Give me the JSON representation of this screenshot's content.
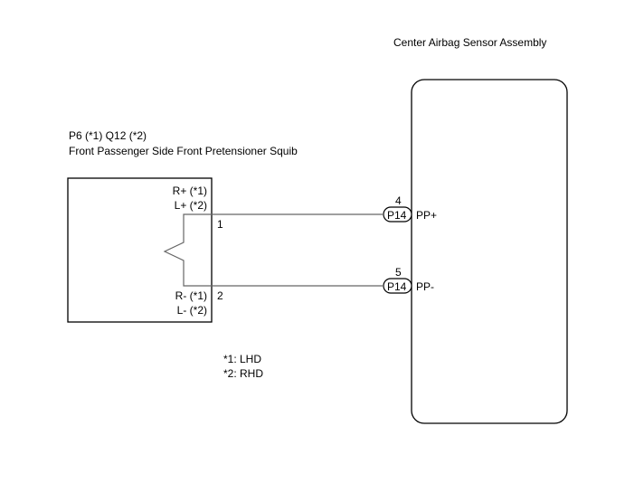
{
  "sensor": {
    "title": "Center Airbag Sensor Assembly",
    "pins": [
      {
        "pin": "4",
        "connector": "P14",
        "signal": "PP+"
      },
      {
        "pin": "5",
        "connector": "P14",
        "signal": "PP-"
      }
    ]
  },
  "squib": {
    "code": "P6 (*1)  Q12 (*2)",
    "title": "Front Passenger Side Front Pretensioner Squib",
    "terminal_plus_1": "R+ (*1)",
    "terminal_plus_2": "L+ (*2)",
    "terminal_minus_1": "R- (*1)",
    "terminal_minus_2": "L- (*2)",
    "pin_plus": "1",
    "pin_minus": "2"
  },
  "notes": [
    "*1: LHD",
    "*2: RHD"
  ]
}
